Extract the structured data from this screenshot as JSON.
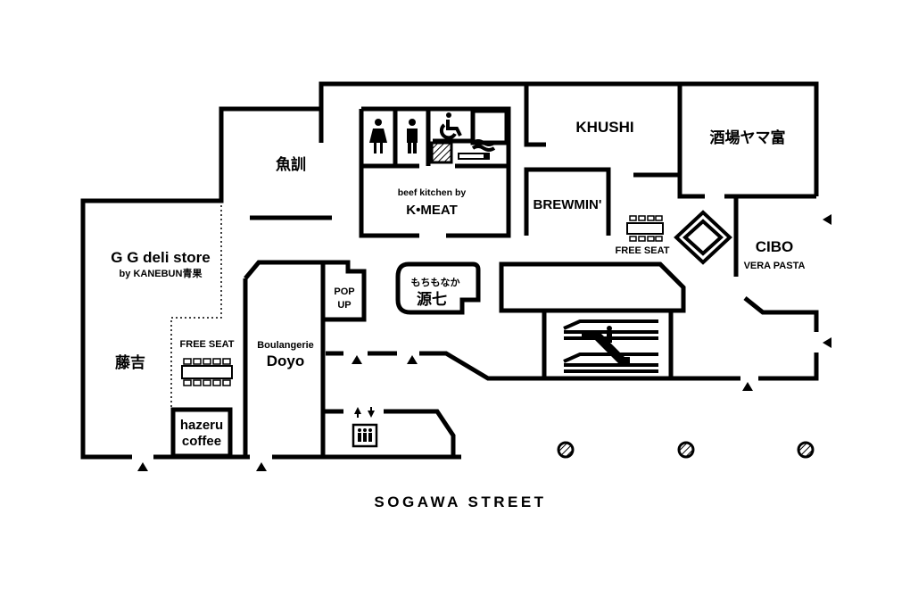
{
  "street": "SOGAWA STREET",
  "shops": {
    "gg_deli": {
      "name": "G G deli store",
      "sub": "by KANEBUN青果"
    },
    "fujiyoshi": {
      "name": "藤吉"
    },
    "hazeru": {
      "line1": "hazeru",
      "line2": "coffee"
    },
    "uokun": {
      "name": "魚訓"
    },
    "boulangerie": {
      "line1": "Boulangerie",
      "line2": "Doyo"
    },
    "popup": {
      "line1": "POP",
      "line2": "UP"
    },
    "beef": {
      "line1": "beef kitchen by",
      "line2": "K•MEAT"
    },
    "genshichi": {
      "line1": "もちもなか",
      "line2": "源七"
    },
    "khushi": {
      "name": "KHUSHI"
    },
    "brewmin": {
      "name": "BREWMIN'"
    },
    "yamatomi": {
      "name": "酒場ヤマ富"
    },
    "cibo": {
      "name": "CIBO",
      "sub": "VERA PASTA"
    }
  },
  "free_seats": [
    "FREE SEAT",
    "FREE SEAT"
  ],
  "icons": {
    "restroom_female": "female-restroom-icon",
    "restroom_male": "male-restroom-icon",
    "accessible": "wheelchair-icon",
    "smoking": "smoking-icon",
    "elevator": "elevator-icon",
    "escalator": "escalator-icon",
    "entrance": "entrance-arrow-icon",
    "pillar": "pillar-icon"
  },
  "colors": {
    "ink": "#000000",
    "background": "#ffffff"
  }
}
